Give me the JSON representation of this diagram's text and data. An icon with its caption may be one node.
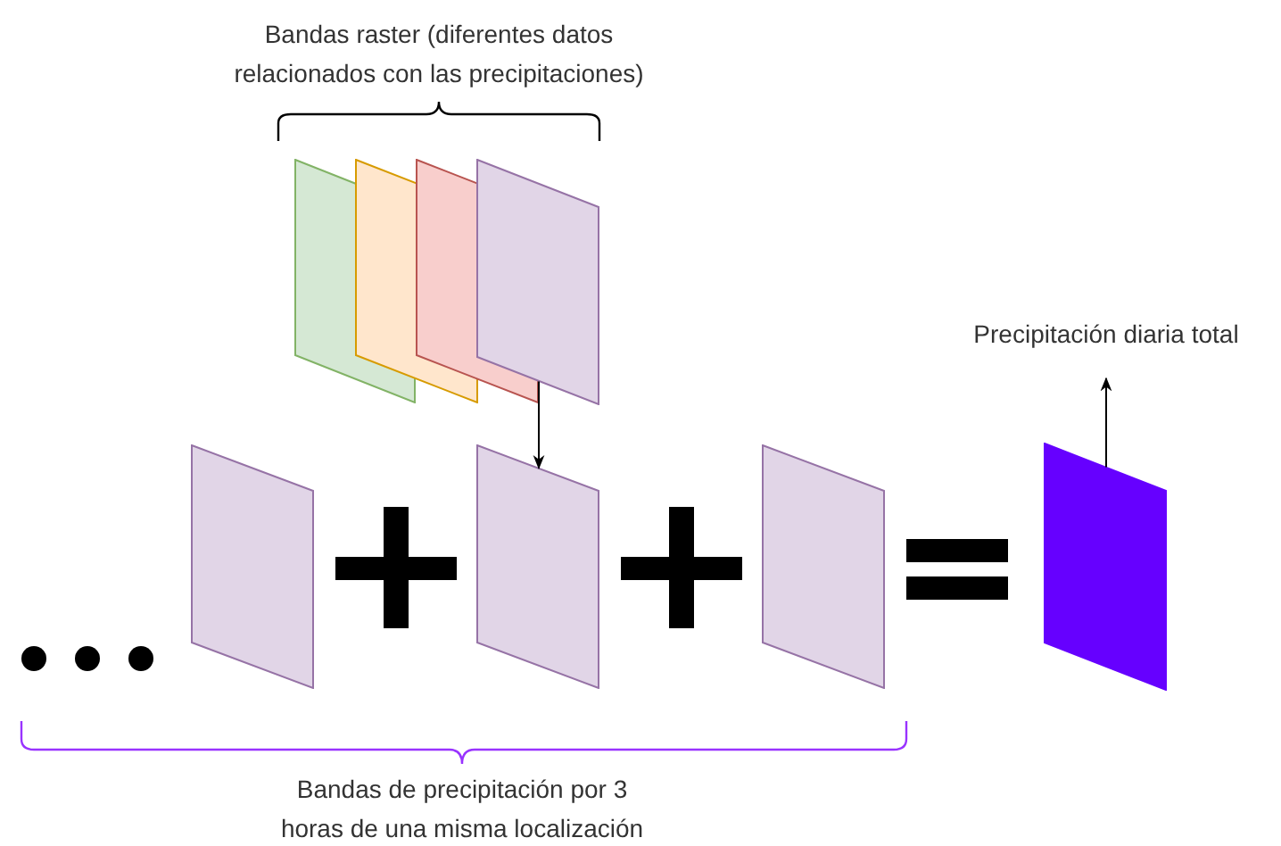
{
  "diagram": {
    "nodes": [
      {
        "text": [],
        "shape": "parallelogram"
      },
      {
        "text": [],
        "shape": "parallelogram"
      },
      {
        "text": [],
        "shape": "parallelogram"
      },
      {
        "text": [],
        "shape": "parallelogram"
      },
      {
        "text": [],
        "shape": "parallelogram"
      },
      {
        "text": [],
        "shape": "parallelogram"
      },
      {
        "text": [],
        "shape": "parallelogram"
      },
      {
        "text": [],
        "shape": "parallelogram"
      },
      {
        "text": [
          "Precipitación diaria total"
        ]
      }
    ],
    "edges": [
      {
        "from": 3,
        "to": 5,
        "arrow": "to"
      },
      {
        "from": 7,
        "to": 8,
        "arrow": "to"
      }
    ],
    "labels": [
      "Bandas raster (diferentes datos relacionados con las precipitaciones)",
      "Bandas de precipitación por 3 horas de una misma localización"
    ]
  }
}
